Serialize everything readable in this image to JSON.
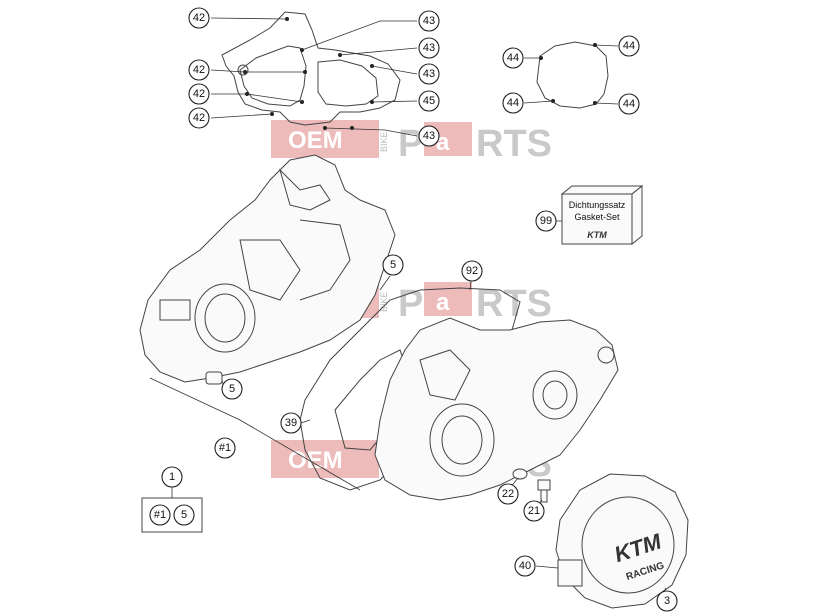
{
  "callouts": {
    "c42a": "42",
    "c42b": "42",
    "c42c": "42",
    "c42d": "42",
    "c43a": "43",
    "c43b": "43",
    "c43c": "43",
    "c43d": "43",
    "c45": "45",
    "c44a": "44",
    "c44b": "44",
    "c44c": "44",
    "c44d": "44",
    "c99": "99",
    "c5a": "5",
    "c92": "92",
    "c5b": "5",
    "c39": "39",
    "c1ref": "#1",
    "c1": "1",
    "c1b": "#1",
    "c5c": "5",
    "c22": "22",
    "c21": "21",
    "c40": "40",
    "c3": "3"
  },
  "gasket_set": {
    "line1": "Dichtungssatz",
    "line2": "Gasket-Set",
    "logo": "KTM"
  },
  "cover_logo": {
    "line1": "KTM",
    "line2": "RACING"
  },
  "watermark": {
    "oem": "OEM",
    "bike": "BIKE",
    "parts_p": "P",
    "parts_a": "a",
    "parts_rts": "RTS"
  },
  "colors": {
    "watermark_block": "#e8a4a4",
    "watermark_grey": "#c9c9c9",
    "lines": "#444444"
  }
}
